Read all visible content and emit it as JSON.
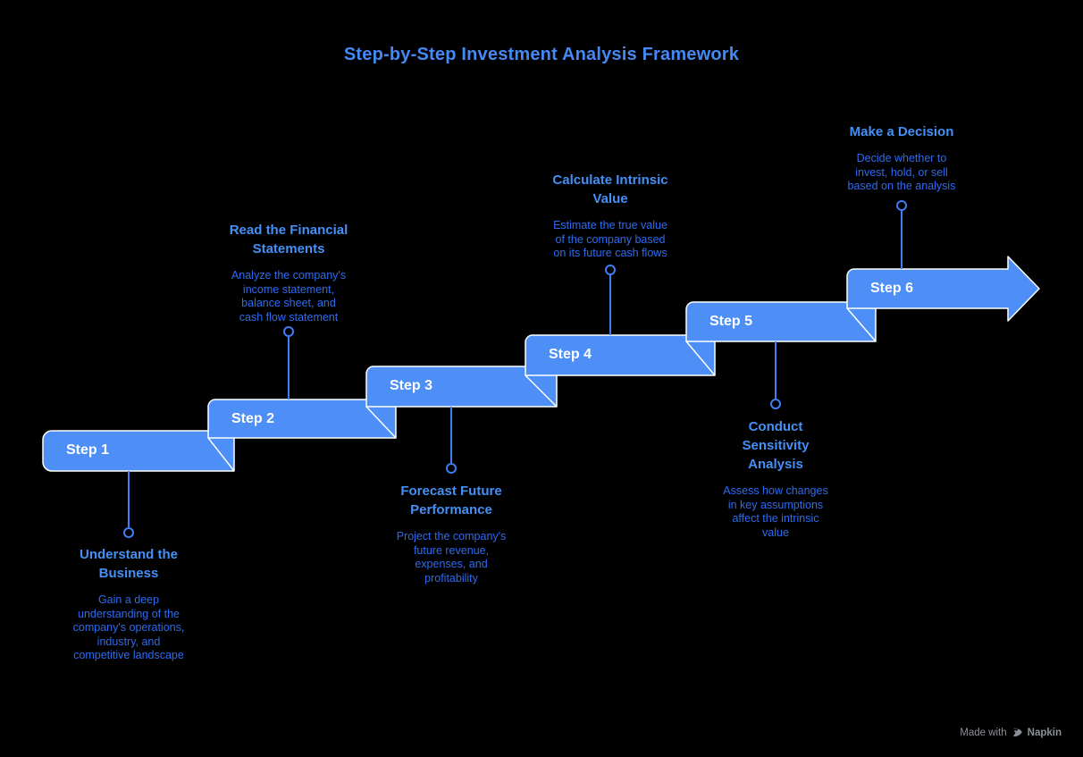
{
  "header": {
    "title": "Step-by-Step Investment Analysis Framework"
  },
  "steps": [
    {
      "label": "Step 1",
      "title": "Understand the\nBusiness",
      "description": "Gain a deep\nunderstanding of the\ncompany's operations,\nindustry, and\ncompetitive landscape"
    },
    {
      "label": "Step 2",
      "title": "Read the Financial\nStatements",
      "description": "Analyze the company's\nincome statement,\nbalance sheet, and\ncash flow statement"
    },
    {
      "label": "Step 3",
      "title": "Forecast Future\nPerformance",
      "description": "Project the company's\nfuture revenue,\nexpenses, and\nprofitability"
    },
    {
      "label": "Step 4",
      "title": "Calculate Intrinsic\nValue",
      "description": "Estimate the true value\nof the company based\non its future cash flows"
    },
    {
      "label": "Step 5",
      "title": "Conduct\nSensitivity\nAnalysis",
      "description": "Assess how changes\nin key assumptions\naffect the intrinsic\nvalue"
    },
    {
      "label": "Step 6",
      "title": "Make a Decision",
      "description": "Decide whether to\ninvest, hold, or sell\nbased on the analysis"
    }
  ],
  "footer": {
    "made_with": "Made with",
    "brand": "Napkin"
  },
  "colors": {
    "background": "#000000",
    "ribbon": "#4d8ef7",
    "outline": "#ffffff",
    "heading": "#4489f4",
    "node_title": "#4590f6",
    "node_description": "#2e6bef",
    "connector": "#3f7ef4",
    "footer_text": "#8b8f98"
  }
}
